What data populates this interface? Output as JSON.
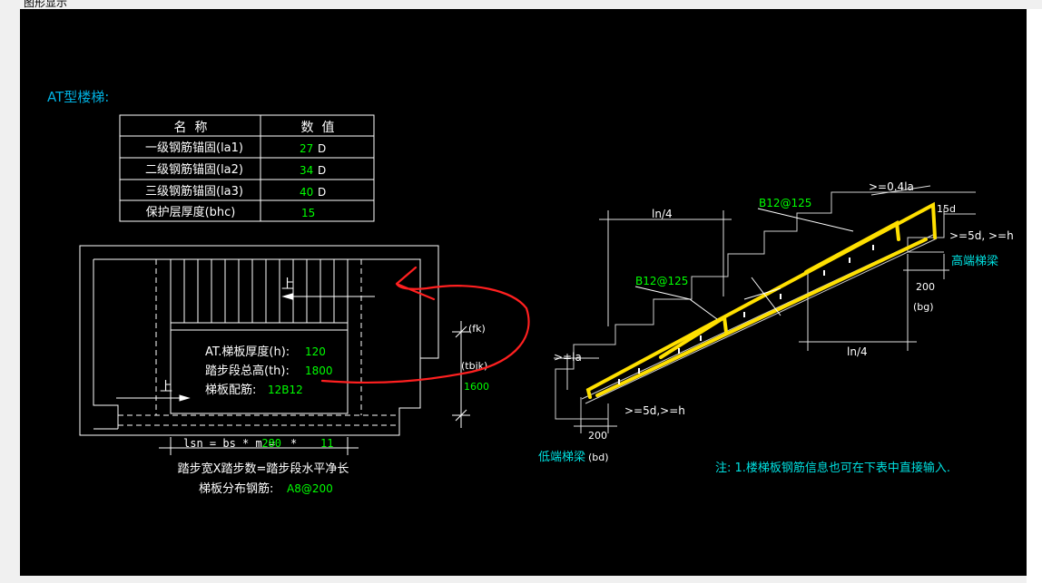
{
  "window": {
    "title": "图形显示"
  },
  "stair_type_title": "AT型楼梯:",
  "table": {
    "headers": [
      "名  称",
      "数  值"
    ],
    "rows": [
      {
        "name": "一级钢筋锚固(la1)",
        "value": "27",
        "unit": "D"
      },
      {
        "name": "二级钢筋锚固(la2)",
        "value": "34",
        "unit": "D"
      },
      {
        "name": "三级钢筋锚固(la3)",
        "value": "40",
        "unit": "D"
      },
      {
        "name": "保护层厚度(bhc)",
        "value": "15",
        "unit": ""
      }
    ]
  },
  "plan": {
    "up_label": "上",
    "thickness_label": "AT.梯板厚度(h):",
    "thickness_value": "120",
    "total_height_label": "踏步段总高(th):",
    "total_height_value": "1800",
    "rebar_label": "梯板配筋:",
    "rebar_value": "12B12",
    "fk_label": "(fk)",
    "tbjk_label": "(tbjk)",
    "width_value": "1600",
    "lsn_formula": "lsn = bs * m =",
    "lsn_bs": "280",
    "lsn_star": "*",
    "lsn_m": "11",
    "formula_desc": "踏步宽X踏步数=踏步段水平净长",
    "dist_rebar_label": "梯板分布钢筋:",
    "dist_rebar_value": "A8@200"
  },
  "section": {
    "ln4_top": "ln/4",
    "ln4_bottom": "ln/4",
    "rebar_top": "B12@125",
    "rebar_mid": "B12@125",
    "anchor_top": ">=0.4la",
    "hook_15d": "15d",
    "hook_high": ">=5d, >=h",
    "hook_low": ">=5d,>=h",
    "la_label": ">=la",
    "high_beam": "高端梯梁",
    "low_beam": "低端梯梁",
    "bd_label": "(bd)",
    "bg_label": "(bg)",
    "width_200_high": "200",
    "width_200_low": "200"
  },
  "note": "注: 1.楼梯板钢筋信息也可在下表中直接输入."
}
